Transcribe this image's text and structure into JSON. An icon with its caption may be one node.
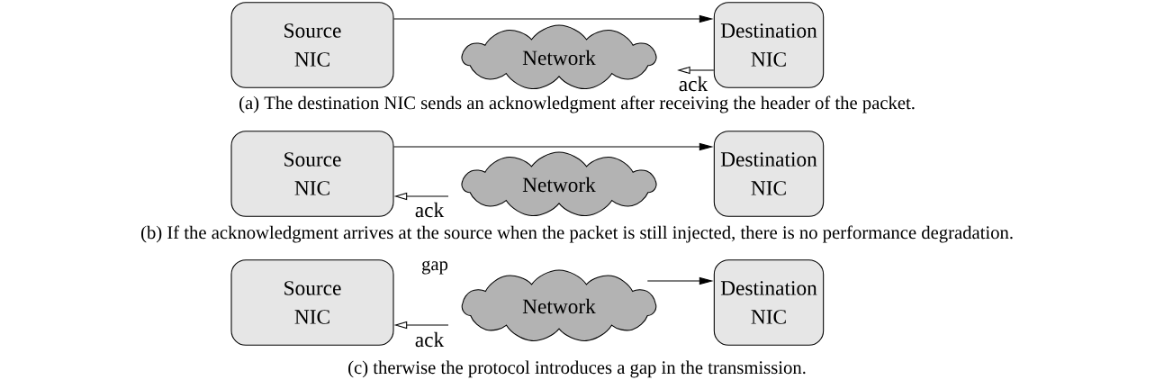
{
  "diagram": {
    "nodes": [
      {
        "text": [
          "Source NIC"
        ]
      },
      {
        "text": [
          "Network"
        ]
      },
      {
        "text": [
          "Destination NIC"
        ]
      },
      {
        "text": [
          "Source NIC"
        ]
      },
      {
        "text": [
          "Network"
        ]
      },
      {
        "text": [
          "Destination NIC"
        ]
      },
      {
        "text": [
          "Source NIC"
        ]
      },
      {
        "text": [
          "Network"
        ]
      },
      {
        "text": [
          "Destination NIC"
        ]
      }
    ],
    "edges": [
      {
        "from": 0,
        "to": 2,
        "arrow": "to"
      },
      {
        "from": 2,
        "to": null,
        "arrow": "to",
        "label": "ack"
      },
      {
        "from": 3,
        "to": 5,
        "arrow": "to"
      },
      {
        "from": null,
        "to": 3,
        "arrow": "to",
        "label": "ack"
      },
      {
        "from": 7,
        "to": 8,
        "arrow": "to"
      },
      {
        "from": null,
        "to": 6,
        "arrow": "to",
        "label": "ack"
      }
    ],
    "labels": [
      "(a) The destination NIC sends an acknowledgment after receiving the header of the packet.",
      "(b) If the acknowledgment arrives at the source when the packet is still injected, there is no performance degradation.",
      "gap",
      "(c) therwise the protocol introduces a gap in the transmission."
    ]
  }
}
